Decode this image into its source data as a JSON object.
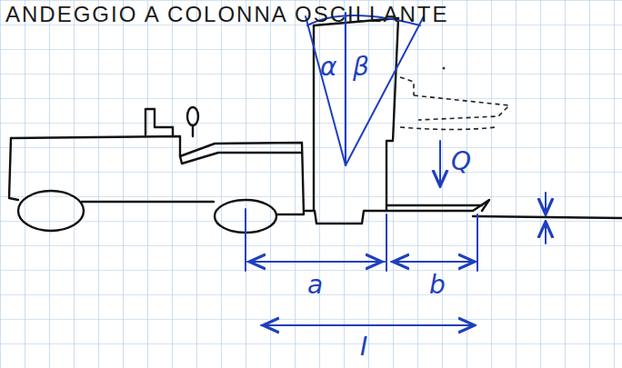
{
  "diagram": {
    "title": "ANDEGGIO A COLONNA OSCILLANTE",
    "labels": [
      "α",
      "β",
      "Q",
      "a",
      "b",
      "I"
    ]
  }
}
